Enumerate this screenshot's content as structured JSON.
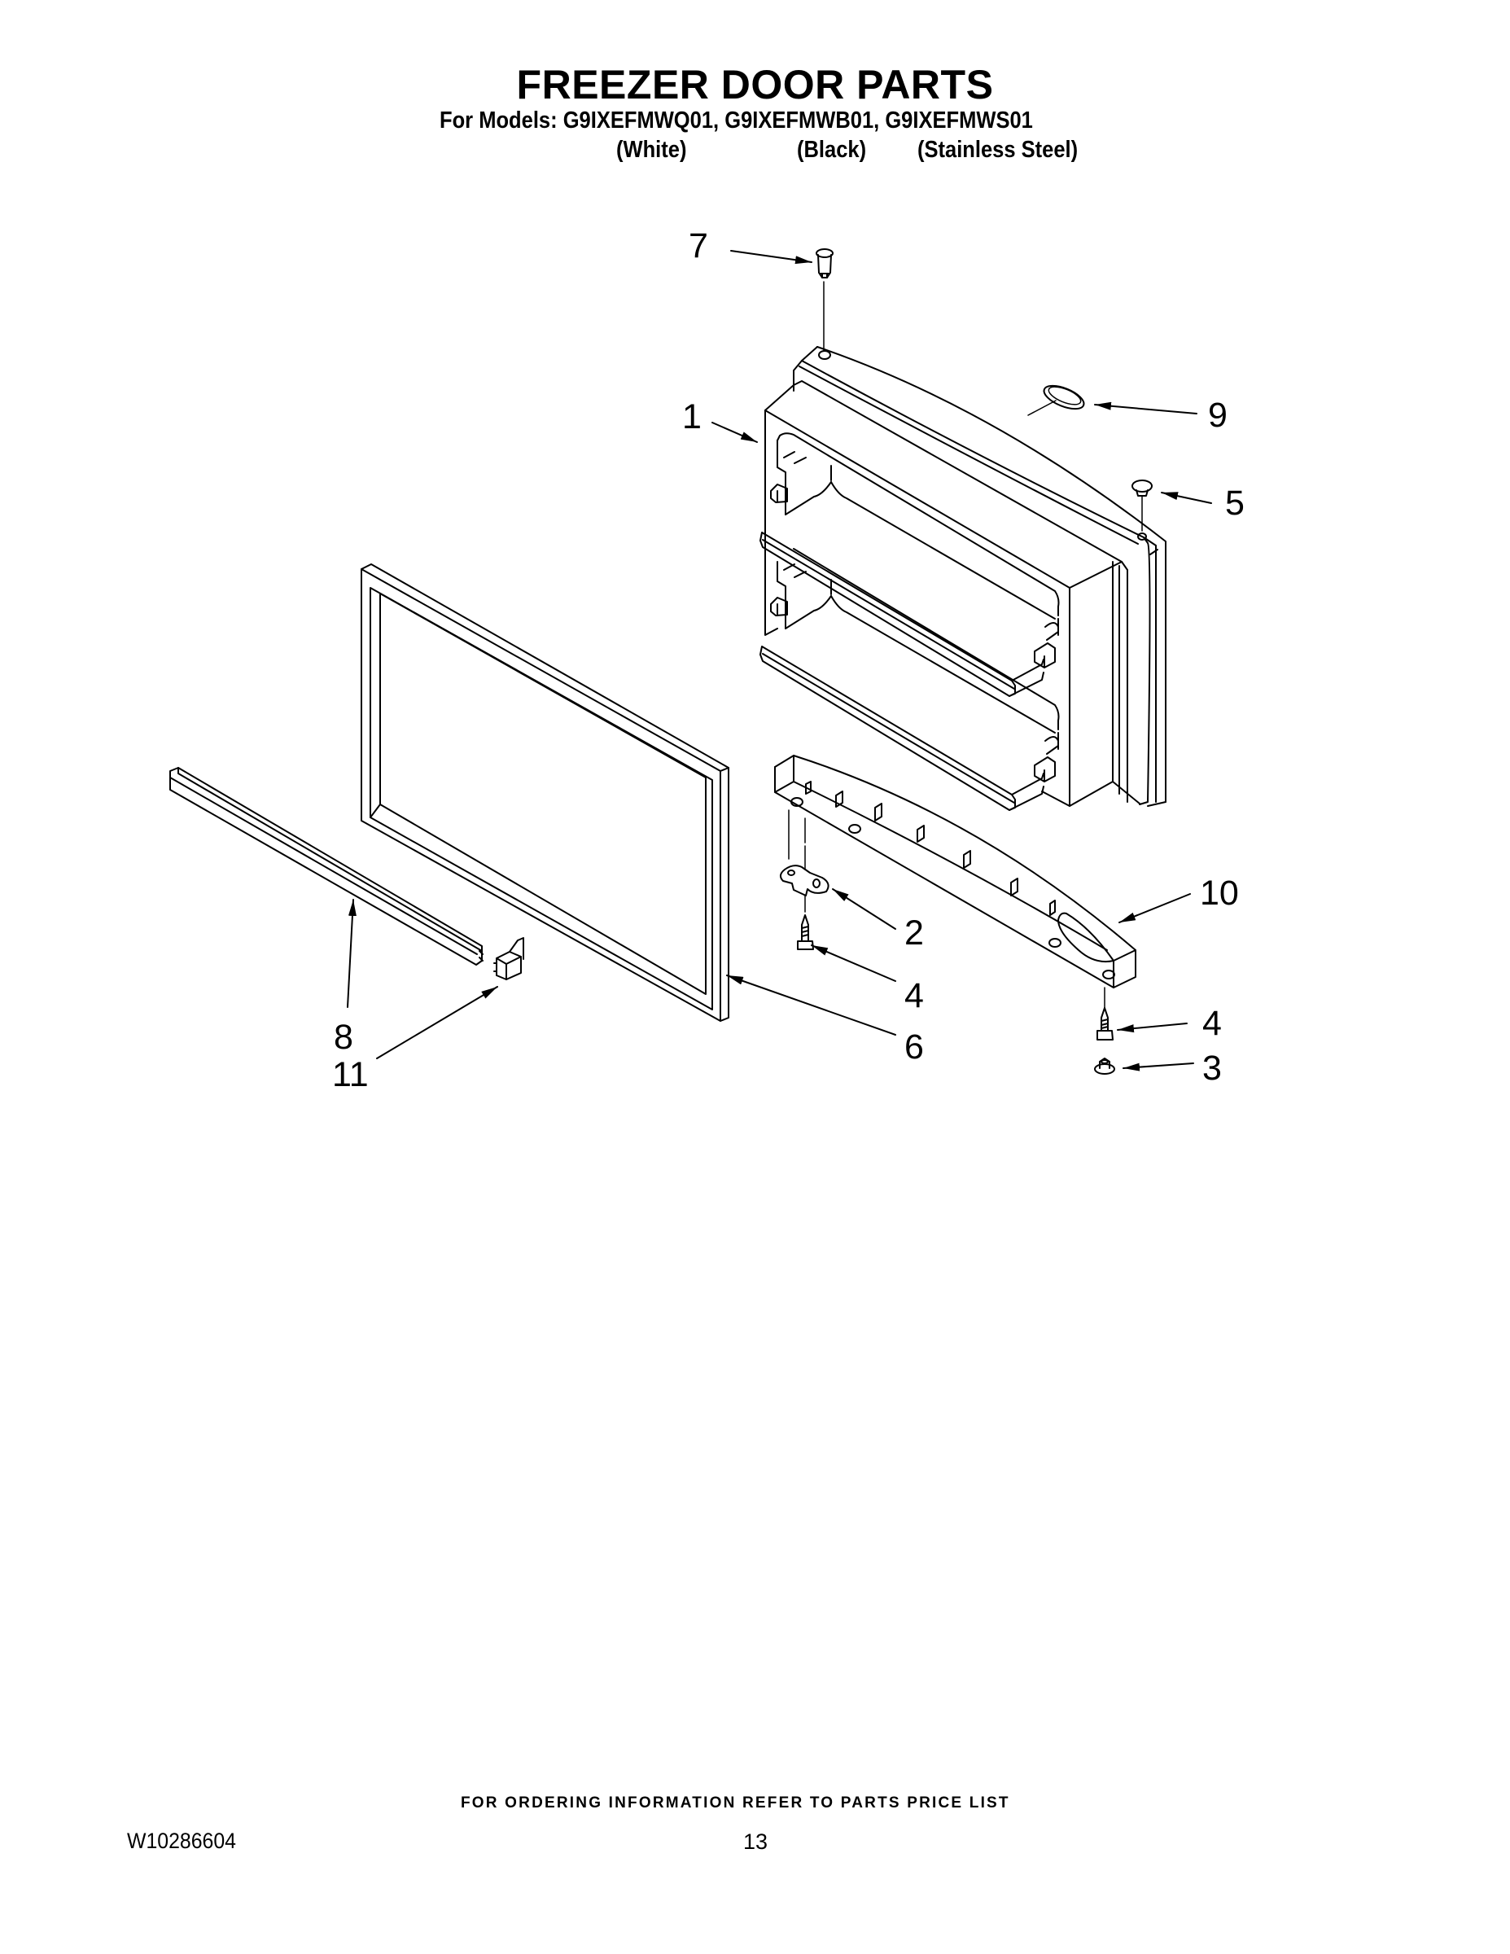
{
  "header": {
    "title": "FREEZER DOOR PARTS",
    "models_line": "For Models: G9IXEFMWQ01, G9IXEFMWB01, G9IXEFMWS01",
    "variants": [
      {
        "model": "G9IXEFMWQ01",
        "label": "(White)"
      },
      {
        "model": "G9IXEFMWB01",
        "label": "(Black)"
      },
      {
        "model": "G9IXEFMWS01",
        "label": "(Stainless Steel)"
      }
    ]
  },
  "diagram": {
    "callouts": [
      {
        "id": "7",
        "label": "7",
        "part": "door-stop-pin"
      },
      {
        "id": "1",
        "label": "1",
        "part": "freezer-door-assembly"
      },
      {
        "id": "9",
        "label": "9",
        "part": "gasket-ring"
      },
      {
        "id": "5",
        "label": "5",
        "part": "plug"
      },
      {
        "id": "10",
        "label": "10",
        "part": "door-handle"
      },
      {
        "id": "2",
        "label": "2",
        "part": "hinge-bracket"
      },
      {
        "id": "4a",
        "label": "4",
        "part": "screw-left"
      },
      {
        "id": "6",
        "label": "6",
        "part": "door-gasket"
      },
      {
        "id": "4b",
        "label": "4",
        "part": "screw-right"
      },
      {
        "id": "3",
        "label": "3",
        "part": "nut"
      },
      {
        "id": "8",
        "label": "8",
        "part": "trim-strip"
      },
      {
        "id": "11",
        "label": "11",
        "part": "end-cap"
      }
    ]
  },
  "footer": {
    "ordering_note": "FOR ORDERING INFORMATION REFER TO PARTS PRICE LIST",
    "document_number": "W10286604",
    "page_number": "13"
  }
}
